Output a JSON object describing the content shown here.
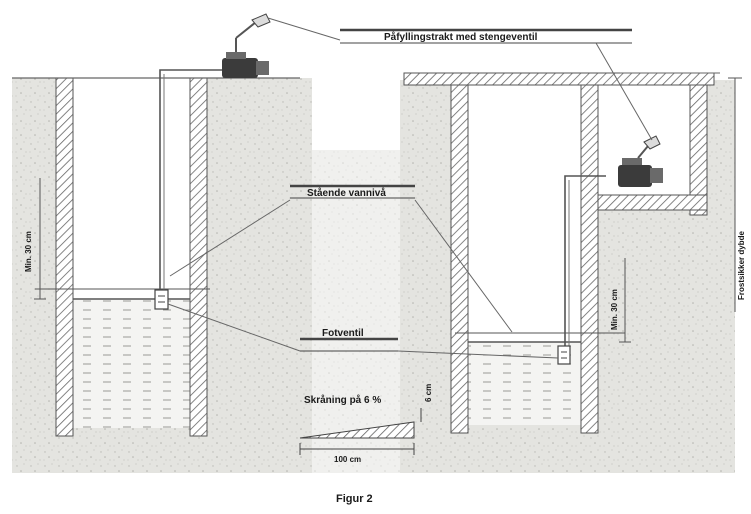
{
  "labels": {
    "funnel_valve": "Påfyllingstrakt med stengeventil",
    "standing_water_level": "Stående vannivå",
    "foot_valve": "Fotventil",
    "slope": "Skråning på 6 %",
    "slope_run": "100 cm",
    "slope_rise": "6 cm",
    "min_left": "Min. 30 cm",
    "min_right": "Min. 30 cm",
    "frost_depth": "Frostsikker dybde",
    "figure": "Figur 2"
  },
  "colors": {
    "soil": "#e2e2de",
    "water": "#f2f2f0",
    "line": "#555555",
    "label_bar": "#444444"
  }
}
